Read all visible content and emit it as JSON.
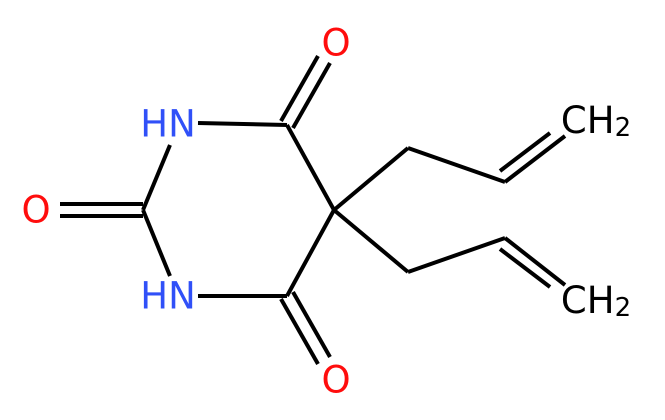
{
  "molecule": {
    "atoms": {
      "o_top": {
        "text": "O"
      },
      "o_left": {
        "text": "O"
      },
      "o_bottom": {
        "text": "O"
      },
      "nh_top": {
        "text": "HN"
      },
      "nh_bottom": {
        "text": "HN"
      },
      "ch2_top": {
        "text": "CH",
        "subscript": "2"
      },
      "ch2_bottom": {
        "text": "CH",
        "subscript": "2"
      }
    },
    "colors": {
      "bond": "#000000",
      "oxygen": "#ff0d0d",
      "nitrogen": "#3050f8",
      "carbon": "#000000"
    }
  }
}
